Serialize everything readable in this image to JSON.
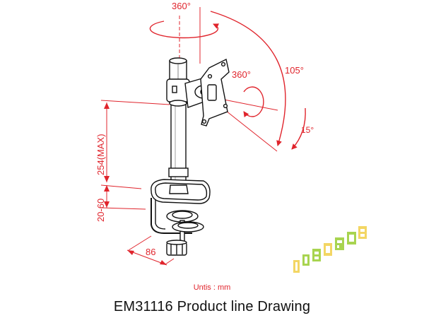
{
  "diagram": {
    "labels": {
      "rotation_top": "360°",
      "rotation_side": "360°",
      "tilt_up": "105°",
      "tilt_down": "15°",
      "pole_height": "254(MAX)",
      "clamp_range": "20-60",
      "base_depth": "86"
    },
    "units_text": "Untis : mm",
    "title": "EM31116 Product  line Drawing",
    "colors": {
      "dimension": "#e0242c",
      "line": "#111111",
      "logo_green": "#9acd32",
      "logo_yellow": "#f2d04a"
    },
    "icons": {
      "watermark": "brand-logo-watermark"
    }
  }
}
